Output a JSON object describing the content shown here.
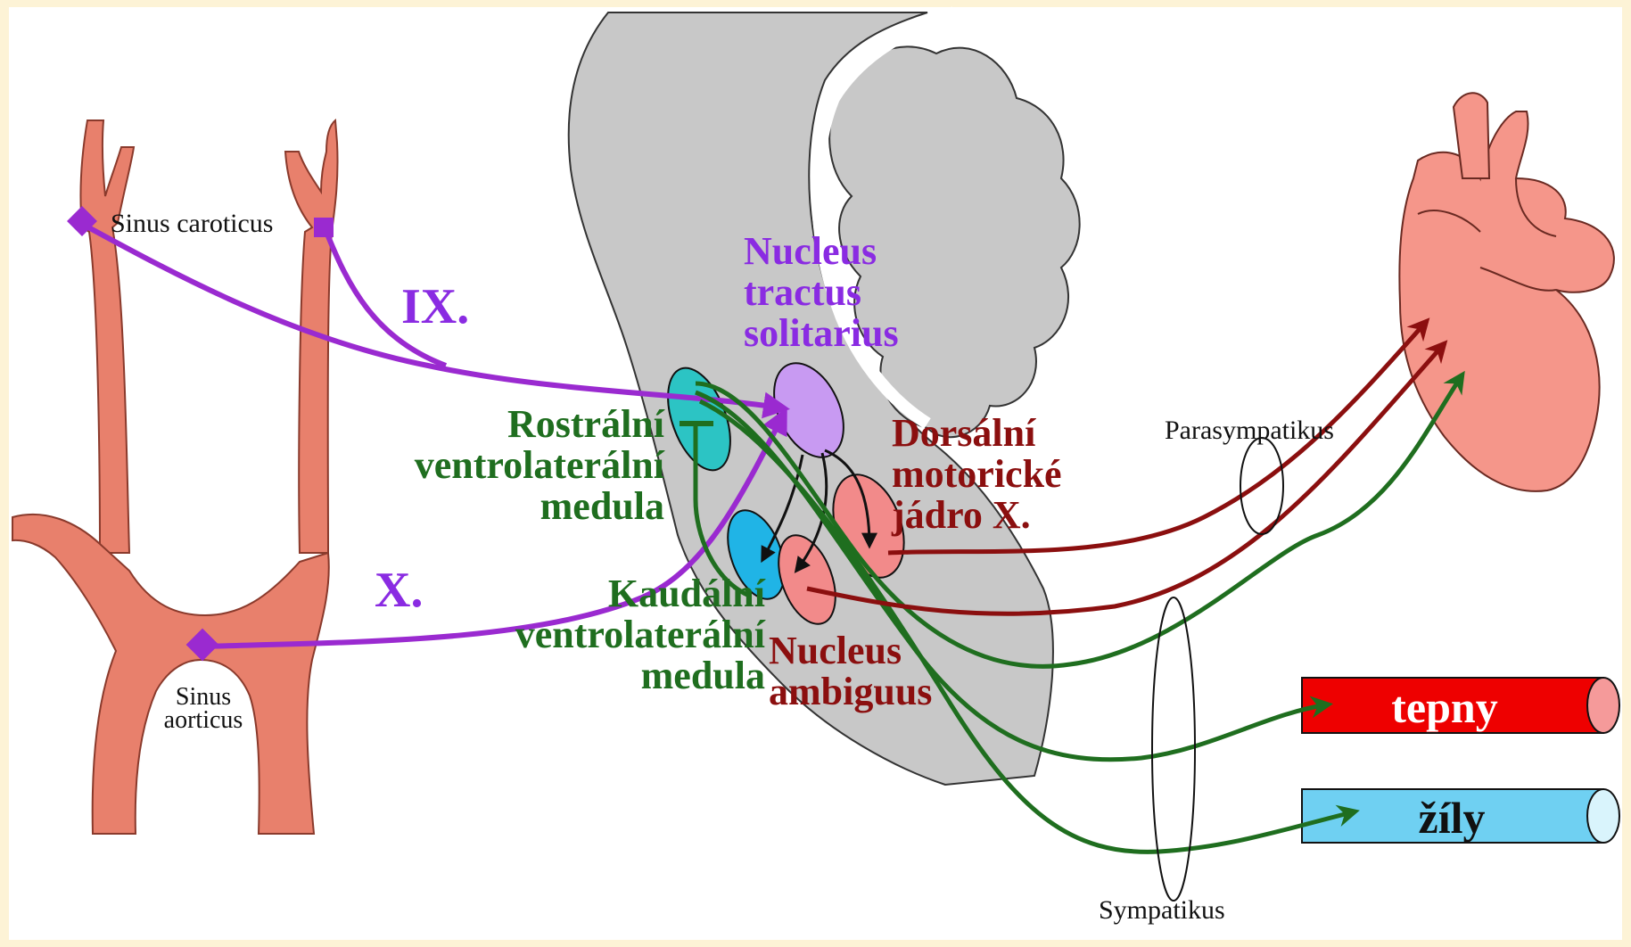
{
  "labels": {
    "sinus_caroticus": "Sinus caroticus",
    "sinus_aorticus_line1": "Sinus",
    "sinus_aorticus_line2": "aorticus",
    "nerve_ix": "IX.",
    "nerve_x": "X.",
    "nts_line1": "Nucleus",
    "nts_line2": "tractus",
    "nts_line3": "solitarius",
    "rvlm_line1": "Rostrální",
    "rvlm_line2": "ventrolaterální",
    "rvlm_line3": "medula",
    "cvlm_line1": "Kaudální",
    "cvlm_line2": "ventrolaterální",
    "cvlm_line3": "medula",
    "dmv_line1": "Dorsální",
    "dmv_line2": "motorické",
    "dmv_line3": "jádro X.",
    "na_line1": "Nucleus",
    "na_line2": "ambiguus",
    "parasympatikus": "Parasympatikus",
    "sympatikus": "Sympatikus",
    "arteries": "tepny",
    "veins": "žíly"
  },
  "colors": {
    "background": "#fdf3d6",
    "vessel": "#e8806c",
    "brainstem": "#c8c8c8",
    "baroreceptor_purple": "#9a2ad0",
    "nts_label": "#8a2be2",
    "sympathetic_green": "#1f6e1f",
    "parasympathetic_red": "#8b0f0f",
    "rvlm_cyan": "#2cc4c4",
    "cvlm_cyan": "#20b4e6",
    "nucleus_pink": "#f28a8a",
    "nts_lilac": "#c89af2",
    "heart": "#f5968a",
    "artery_red": "#ee0000",
    "vein_blue": "#6fd0f2"
  }
}
